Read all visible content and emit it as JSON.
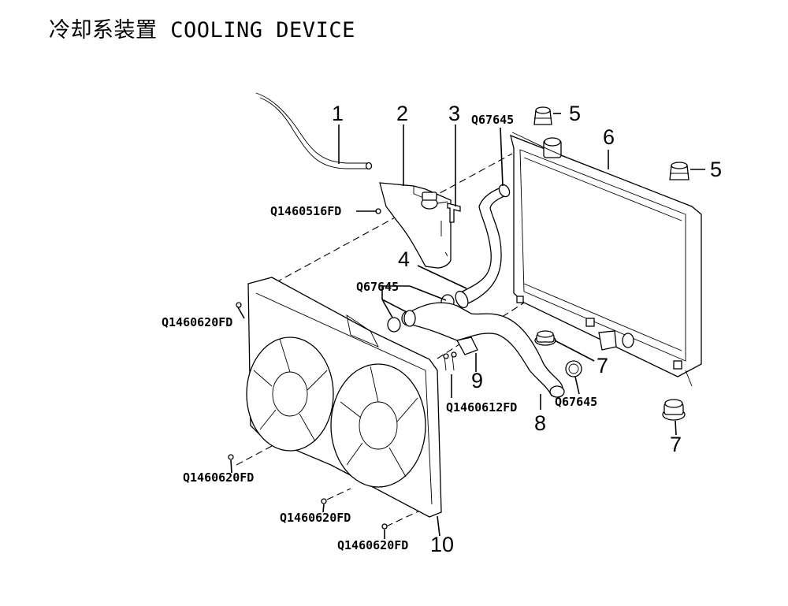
{
  "title": "冷却系装置 COOLING DEVICE",
  "callouts": {
    "n1": "1",
    "n2": "2",
    "n3": "3",
    "n4": "4",
    "n5a": "5",
    "n5b": "5",
    "n6": "6",
    "n7a": "7",
    "n7b": "7",
    "n8": "8",
    "n9": "9",
    "n10": "10"
  },
  "codes": {
    "c_q67645_top": "Q67645",
    "c_q1460516": "Q1460516FD",
    "c_q67645_mid": "Q67645",
    "c_q1460620_a": "Q1460620FD",
    "c_q1460612": "Q1460612FD",
    "c_q67645_low": "Q67645",
    "c_q1460620_b": "Q1460620FD",
    "c_q1460620_c": "Q1460620FD",
    "c_q1460620_d": "Q1460620FD"
  }
}
